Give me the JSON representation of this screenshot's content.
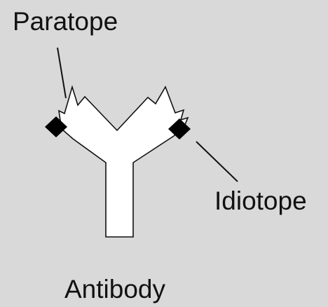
{
  "labels": {
    "paratope": "Paratope",
    "idiotope": "Idiotope",
    "antibody": "Antibody"
  },
  "colors": {
    "background": "#d9d9d9",
    "antibody_fill": "#ffffff",
    "outline": "#111111",
    "idiotope_marker": "#000000"
  }
}
